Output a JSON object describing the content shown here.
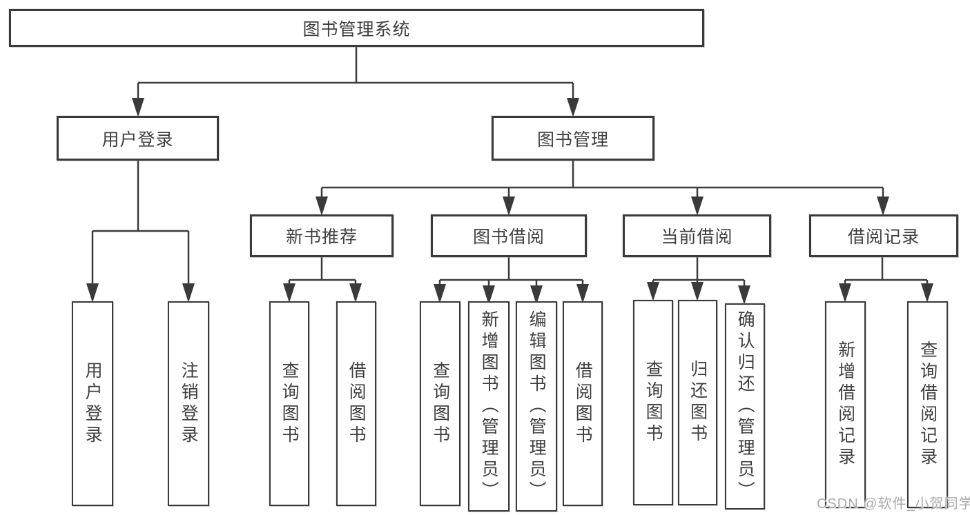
{
  "diagram": {
    "root_label": "图书管理系统",
    "branches": [
      {
        "label": "用户登录",
        "children": [
          "用户登录",
          "注销登录"
        ]
      },
      {
        "label": "图书管理",
        "groups": [
          {
            "label": "新书推荐",
            "children": [
              "查询图书",
              "借阅图书"
            ]
          },
          {
            "label": "图书借阅",
            "children": [
              "查询图书",
              "新增图书（管理员）",
              "编辑图书（管理员）",
              "借阅图书"
            ]
          },
          {
            "label": "当前借阅",
            "children": [
              "查询图书",
              "归还图书",
              "确认归还（管理员）"
            ]
          },
          {
            "label": "借阅记录",
            "children": [
              "新增借阅记录",
              "查询借阅记录"
            ]
          }
        ]
      }
    ]
  },
  "colors": {
    "line": "#3a3a3a",
    "text": "#3f3f3f",
    "background": "#ffffff",
    "watermark": "#a9a9a9"
  },
  "watermark": {
    "text": "CSDN @软件_小贺同学"
  }
}
